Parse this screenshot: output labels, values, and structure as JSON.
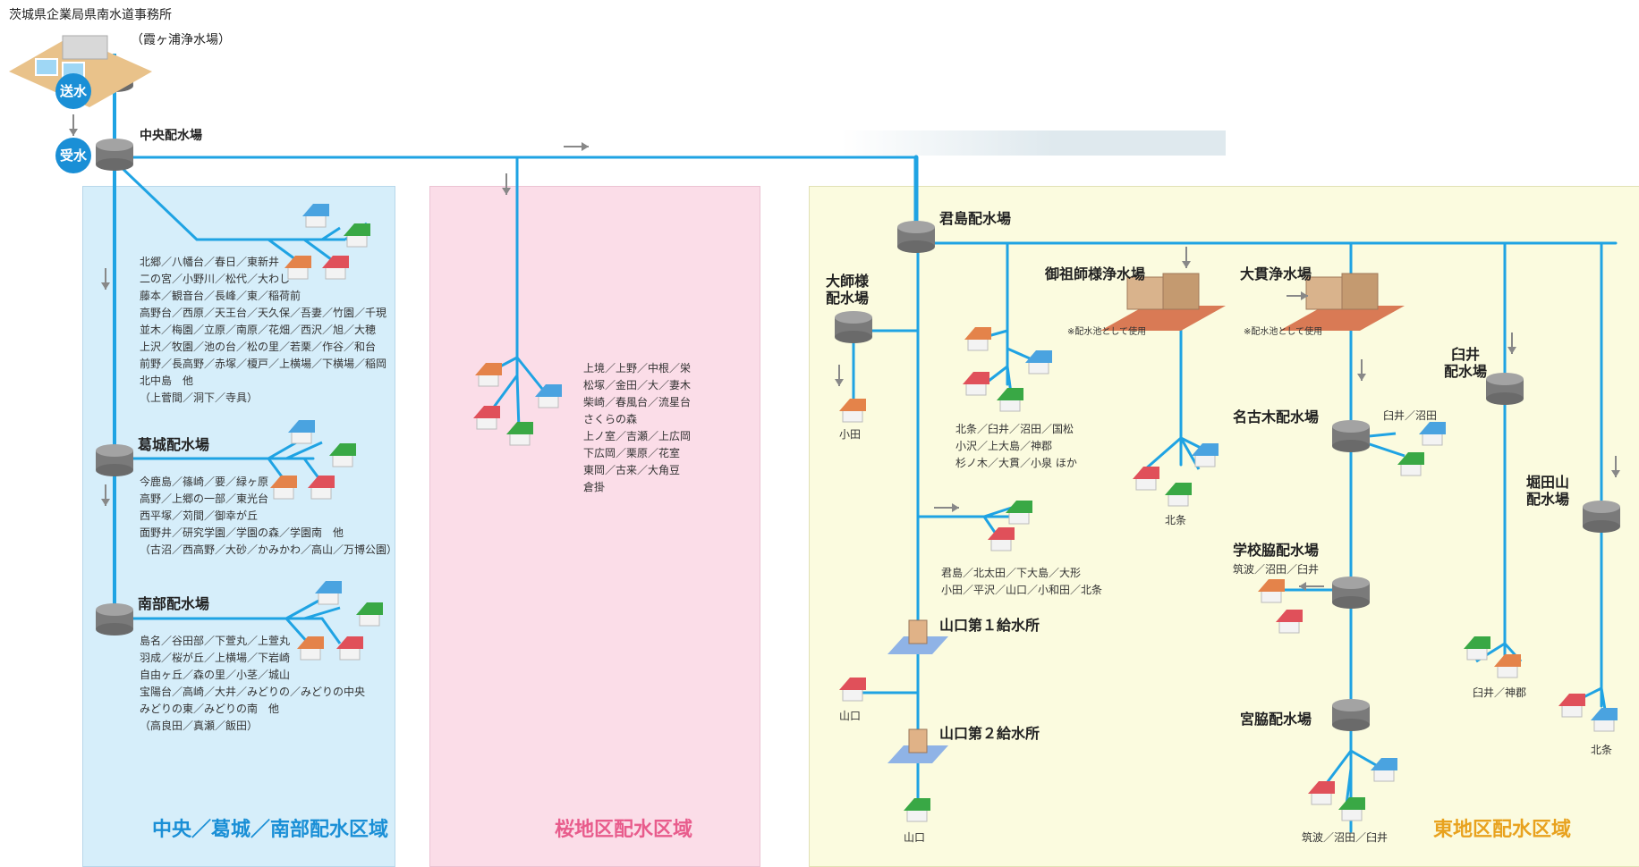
{
  "header": {
    "office": "茨城県企業局県南水道事務所",
    "plant": "（霞ヶ浦浄水場）"
  },
  "badges": {
    "send": "送水",
    "receive": "受水"
  },
  "stations": {
    "chuo": "中央配水場",
    "kuzushiro": "葛城配水場",
    "nanbu": "南部配水場",
    "kimijima": "君島配水場",
    "daishisama": "大師様\n配水場",
    "gososhisama": "御祖師様浄水場",
    "onuki": "大貫浄水場",
    "usui": "臼井\n配水場",
    "nagokogi": "名古木配水場",
    "gakkowaki": "学校脇配水場",
    "horitayama": "堀田山\n配水場",
    "yamaguchi1": "山口第１給水所",
    "yamaguchi2": "山口第２給水所",
    "miyawaki": "宮脇配水場"
  },
  "notes": {
    "gososhisama": "※配水池として使用",
    "onuki": "※配水池として使用"
  },
  "areas": {
    "chuo": "北郷／八幡台／春日／東新井\n二の宮／小野川／松代／大わし\n藤本／観音台／長峰／東／稲荷前\n高野台／西原／天王台／天久保／吾妻／竹園／千現\n並木／梅園／立原／南原／花畑／西沢／旭／大穂\n上沢／牧園／池の台／松の里／若栗／作谷／和台\n前野／長高野／赤塚／榎戸／上横場／下横場／稲岡\n北中島　他\n（上菅間／洞下／寺具）",
    "kuzushiro": "今鹿島／篠崎／要／緑ヶ原\n高野／上郷の一部／東光台\n西平塚／苅間／御幸が丘\n面野井／研究学園／学園の森／学園南　他\n（古沼／西高野／大砂／かみかわ／高山／万博公園）",
    "nanbu": "島名／谷田部／下萱丸／上萱丸\n羽成／桜が丘／上横場／下岩崎\n自由ヶ丘／森の里／小茎／城山\n宝陽台／高崎／大井／みどりの／みどりの中央\nみどりの東／みどりの南　他\n（高良田／真瀬／飯田）",
    "sakura": "上境／上野／中根／栄\n松塚／金田／大／妻木\n柴崎／春風台／流星台\nさくらの森\n上ノ室／吉瀬／上広岡\n下広岡／栗原／花室\n東岡／古来／大角豆\n倉掛",
    "oda": "小田",
    "gososhi_area": "北条／臼井／沼田／国松\n小沢／上大島／神郡\n杉ノ木／大貫／小泉 ほか",
    "hojo1": "北条",
    "kimijima_area": "君島／北太田／下大島／大形\n小田／平沢／山口／小和田／北条",
    "yamaguchi_a": "山口",
    "yamaguchi_b": "山口",
    "nagokogi_area": "臼井／沼田",
    "gakko_area": "筑波／沼田／臼井",
    "usui_area": "臼井／神郡",
    "hojo2": "北条",
    "miyawaki_area": "筑波／沼田／臼井"
  },
  "zones": {
    "central": "中央／葛城／南部配水区域",
    "sakura": "桜地区配水区域",
    "east": "東地区配水区域"
  },
  "colors": {
    "pipe": "#1fa3e3",
    "central_bg": "#d6eefa",
    "central_title": "#1a8fd6",
    "sakura_bg": "#fbdde8",
    "sakura_title": "#e85c8c",
    "east_bg": "#fbfbdf",
    "east_title": "#e8a21e"
  }
}
